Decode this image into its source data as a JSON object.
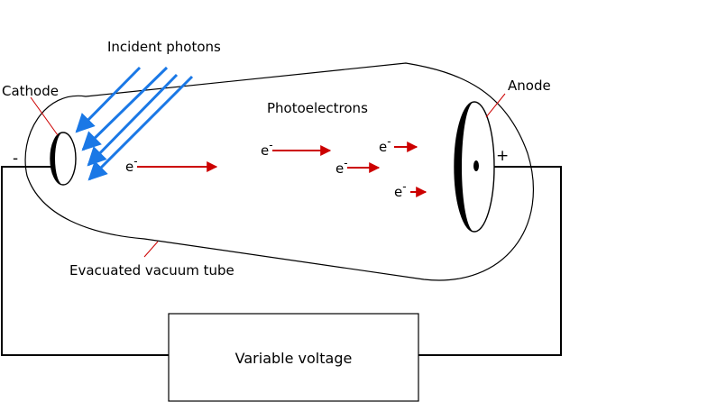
{
  "labels": {
    "incident_photons": "Incident photons",
    "cathode": "Cathode",
    "anode": "Anode",
    "photoelectrons": "Photoelectrons",
    "evacuated_tube": "Evacuated vacuum tube",
    "variable_voltage": "Variable voltage",
    "minus": "-",
    "plus": "+"
  },
  "electron": {
    "base": "e",
    "sup": "-"
  },
  "colors": {
    "photon": "#1a78e6",
    "electron_arrow": "#cc0000",
    "leader": "#cc0000",
    "line": "#000000"
  }
}
